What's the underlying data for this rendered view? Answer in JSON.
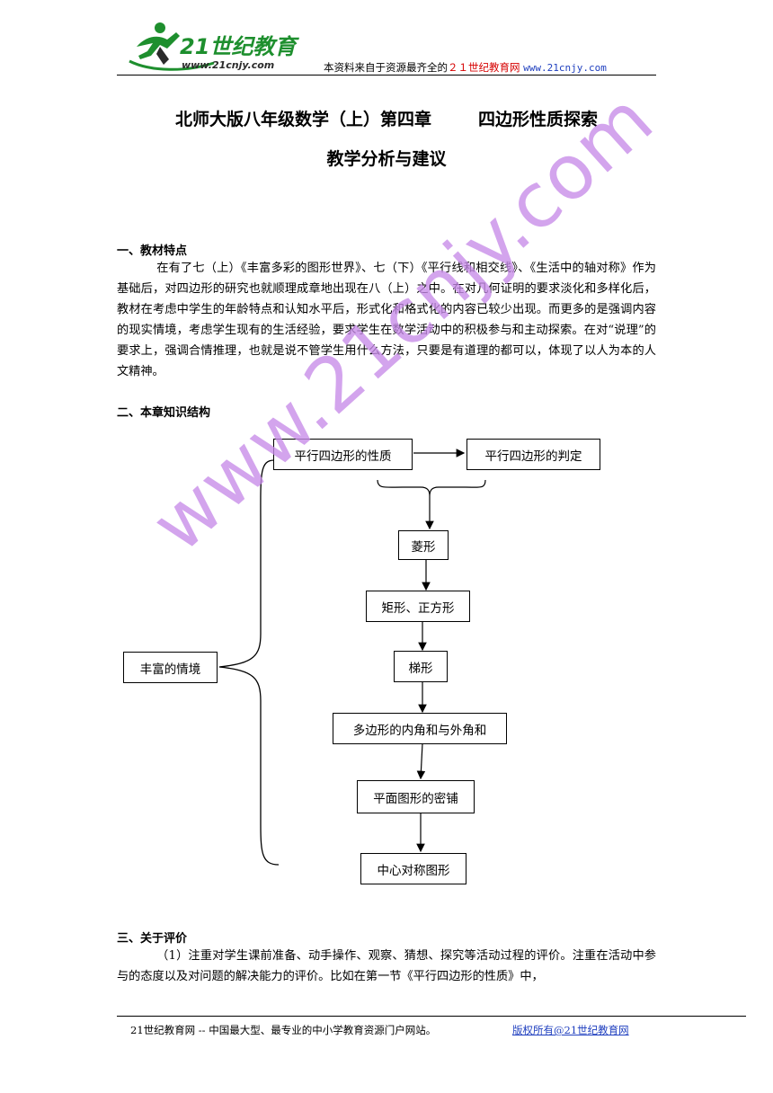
{
  "header": {
    "logo_text": "21世纪教育",
    "logo_url_text": "www.21cnjy.com",
    "note_prefix": "本资料来自于资源最齐全的",
    "note_site": "２１世纪教育网",
    "note_url": "www.21cnjy.com",
    "colors": {
      "red": "#d60000",
      "blue": "#1f3fbf",
      "logo_green": "#1e8f2e"
    }
  },
  "title": {
    "line1_part1": "北师大版八年级数学（上）第四章",
    "line1_part2": "四边形性质探索",
    "line2": "教学分析与建议"
  },
  "section1": {
    "heading": "一、教材特点",
    "paragraph": "在有了七（上）《丰富多彩的图形世界》、七（下）《平行线和相交线》、《生活中的轴对称》作为基础后，对四边形的研究也就顺理成章地出现在八（上）之中。在对几何证明的要求淡化和多样化后，教材在考虑中学生的年龄特点和认知水平后，形式化和格式化的内容已较少出现。而更多的是强调内容的现实情境，考虑学生现有的生活经验，要求学生在数学活动中的积极参与和主动探索。在对“说理”的要求上，强调合情推理，也就是说不管学生用什么方法，只要是有道理的都可以，体现了以人为本的人文精神。"
  },
  "section2": {
    "heading": "二、本章知识结构",
    "nodes": {
      "scenario": "丰富的情境",
      "parallelogram_properties": "平行四边形的性质",
      "parallelogram_criteria": "平行四边形的判定",
      "rhombus": "菱形",
      "rectangle_square": "矩形、正方形",
      "trapezoid": "梯形",
      "polygon_angles": "多边形的内角和与外角和",
      "tessellation": "平面图形的密铺",
      "central_symmetry": "中心对称图形"
    }
  },
  "section3": {
    "heading": "三、关于评价",
    "paragraph": "（1）注重对学生课前准备、动手操作、观察、猜想、探究等活动过程的评价。注重在活动中参与的态度以及对问题的解决能力的评价。比如在第一节《平行四边形的性质》中，"
  },
  "watermark": "www.21cnjy.com",
  "footer": {
    "left": "21世纪教育网 -- 中国最大型、最专业的中小学教育资源门户网站。",
    "right": "版权所有@21世纪教育网"
  }
}
